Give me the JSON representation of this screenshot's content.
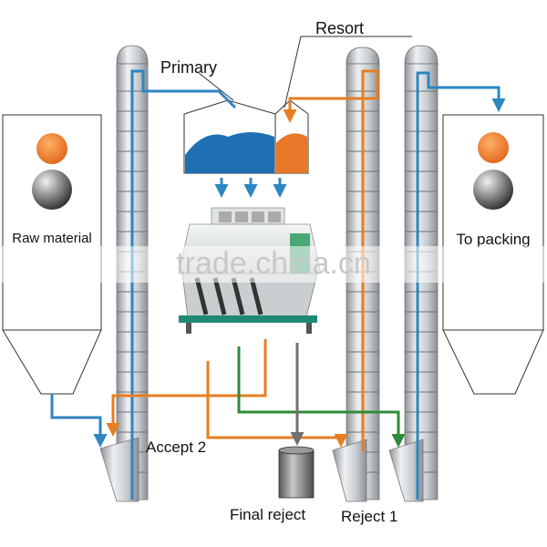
{
  "labels": {
    "resort": "Resort",
    "primary": "Primary",
    "raw_material": "Raw material",
    "to_packing": "To packing",
    "accept_2": "Accept 2",
    "final_reject": "Final reject",
    "reject_1": "Reject 1"
  },
  "watermark": "trade.china.cn",
  "colors": {
    "blue_flow": "#2e86c1",
    "orange_flow": "#e67e22",
    "green_flow": "#2e8b3a",
    "gray_flow": "#707070",
    "hopper_blue": "#1f6fb5",
    "hopper_orange": "#e8772a",
    "elevator_gray": "#b9bdc2"
  }
}
